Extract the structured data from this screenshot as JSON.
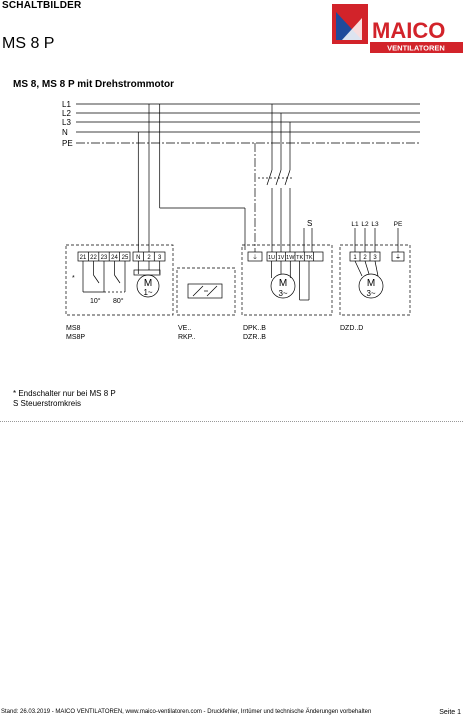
{
  "header": {
    "section_label": "SCHALTBILDER",
    "product": "MS 8 P"
  },
  "logo": {
    "brand": "MAICO",
    "sub": "VENTILATOREN",
    "colors": {
      "red": "#d2232a",
      "blue": "#1f4a9b"
    }
  },
  "diagram": {
    "title": "MS 8, MS 8 P mit Drehstrommotor",
    "bus_lines": [
      "L1",
      "L2",
      "L3",
      "N",
      "PE"
    ],
    "ms8": {
      "terminals": [
        "21",
        "22",
        "23",
        "24",
        "25",
        "N",
        "2",
        "3"
      ],
      "star": "*",
      "temp_10": "10°",
      "temp_80": "80°",
      "motor_m": "M",
      "motor_phase": "1~",
      "label_1": "MS8",
      "label_2": "MS8P"
    },
    "ve": {
      "label_1": "VE..",
      "label_2": "RKP.."
    },
    "dpk": {
      "terminals": [
        "⏚",
        "1U",
        "1V",
        "1W",
        "TK",
        "TK"
      ],
      "control_label": "S",
      "motor_m": "M",
      "motor_phase": "3~",
      "label_1": "DPK..B",
      "label_2": "DZR..B"
    },
    "dzd": {
      "supply_labels": [
        "L1",
        "L2",
        "L3",
        "PE"
      ],
      "terminals": [
        "1",
        "2",
        "3",
        "⏚"
      ],
      "motor_m": "M",
      "motor_phase": "3~",
      "label_1": "DZD..D"
    }
  },
  "notes": {
    "line_1": "* Endschalter nur bei MS 8 P",
    "line_2": "S Steuerstromkreis"
  },
  "footer": {
    "text": "Stand: 26.03.2019 - MAICO VENTILATOREN, www.maico-ventilatoren.com - Druckfehler, Irrtümer und technische Änderungen vorbehalten",
    "page": "Seite 1"
  }
}
